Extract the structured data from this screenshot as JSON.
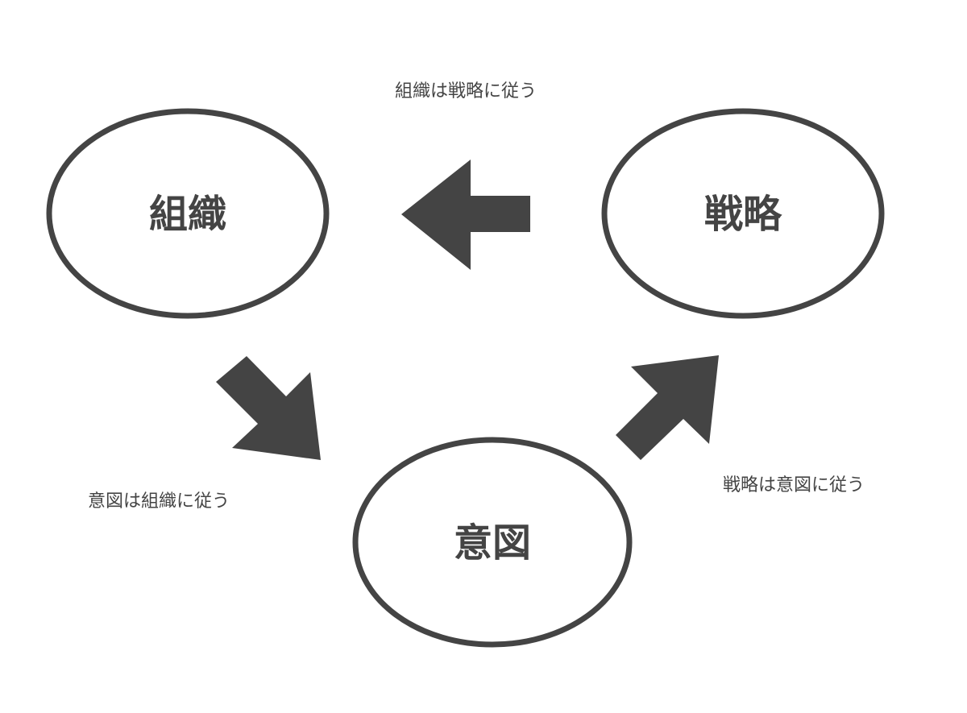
{
  "colors": {
    "stroke": "#444444",
    "arrow": "#444444",
    "background": "#ffffff"
  },
  "nodes": {
    "organization": "組織",
    "strategy": "戦略",
    "intent": "意図"
  },
  "edges": {
    "strategy_to_organization": "組織は戦略に従う",
    "organization_to_intent": "意図は組織に従う",
    "intent_to_strategy": "戦略は意図に従う"
  }
}
